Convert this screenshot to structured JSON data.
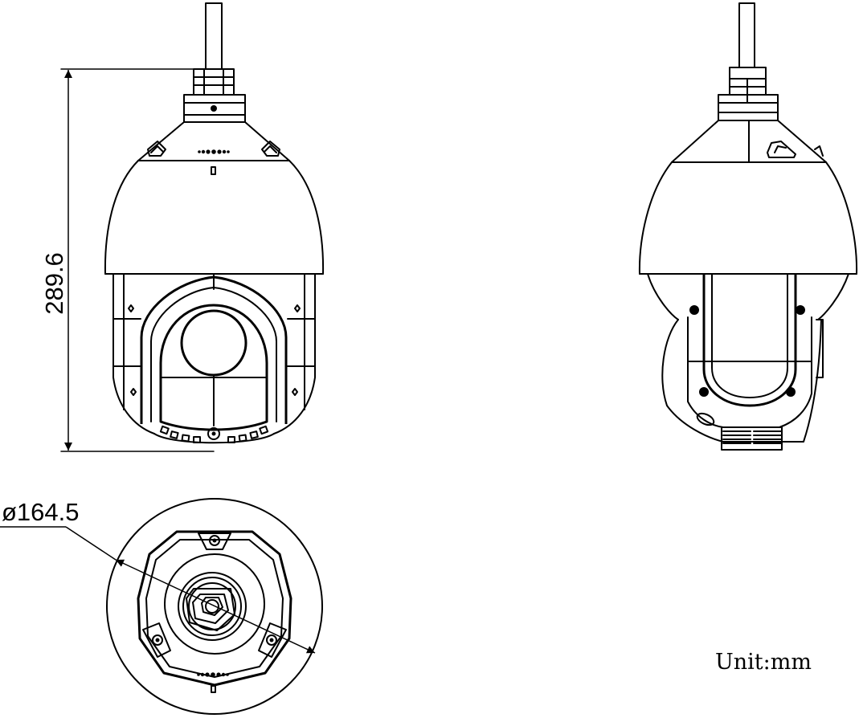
{
  "dimensions": {
    "height_label": "289.6",
    "diameter_label": "ø164.5"
  },
  "unit_label": "Unit:mm",
  "views": [
    "front-view",
    "side-view",
    "top-view"
  ]
}
